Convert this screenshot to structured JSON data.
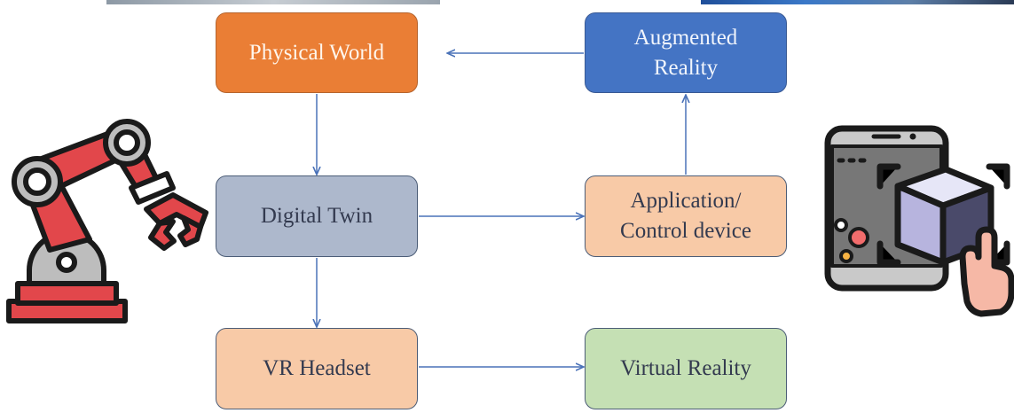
{
  "diagram": {
    "nodes": {
      "physical_world": "Physical World",
      "augmented_reality": "Augmented\nReality",
      "digital_twin": "Digital Twin",
      "application": "Application/\nControl device",
      "vr_headset": "VR Headset",
      "virtual_reality": "Virtual Reality"
    },
    "edges": [
      {
        "from": "augmented_reality",
        "to": "physical_world"
      },
      {
        "from": "physical_world",
        "to": "digital_twin"
      },
      {
        "from": "digital_twin",
        "to": "application"
      },
      {
        "from": "application",
        "to": "augmented_reality"
      },
      {
        "from": "digital_twin",
        "to": "vr_headset"
      },
      {
        "from": "vr_headset",
        "to": "virtual_reality"
      }
    ],
    "colors": {
      "arrow": "#4a72b8",
      "physical_world": "#ea7e35",
      "augmented_reality": "#4474c4",
      "digital_twin": "#adb8cc",
      "application": "#f8caa7",
      "vr_headset": "#f8caa7",
      "virtual_reality": "#c5e0b4"
    },
    "icons": [
      "robot-arm-icon",
      "ar-smartphone-icon"
    ]
  }
}
